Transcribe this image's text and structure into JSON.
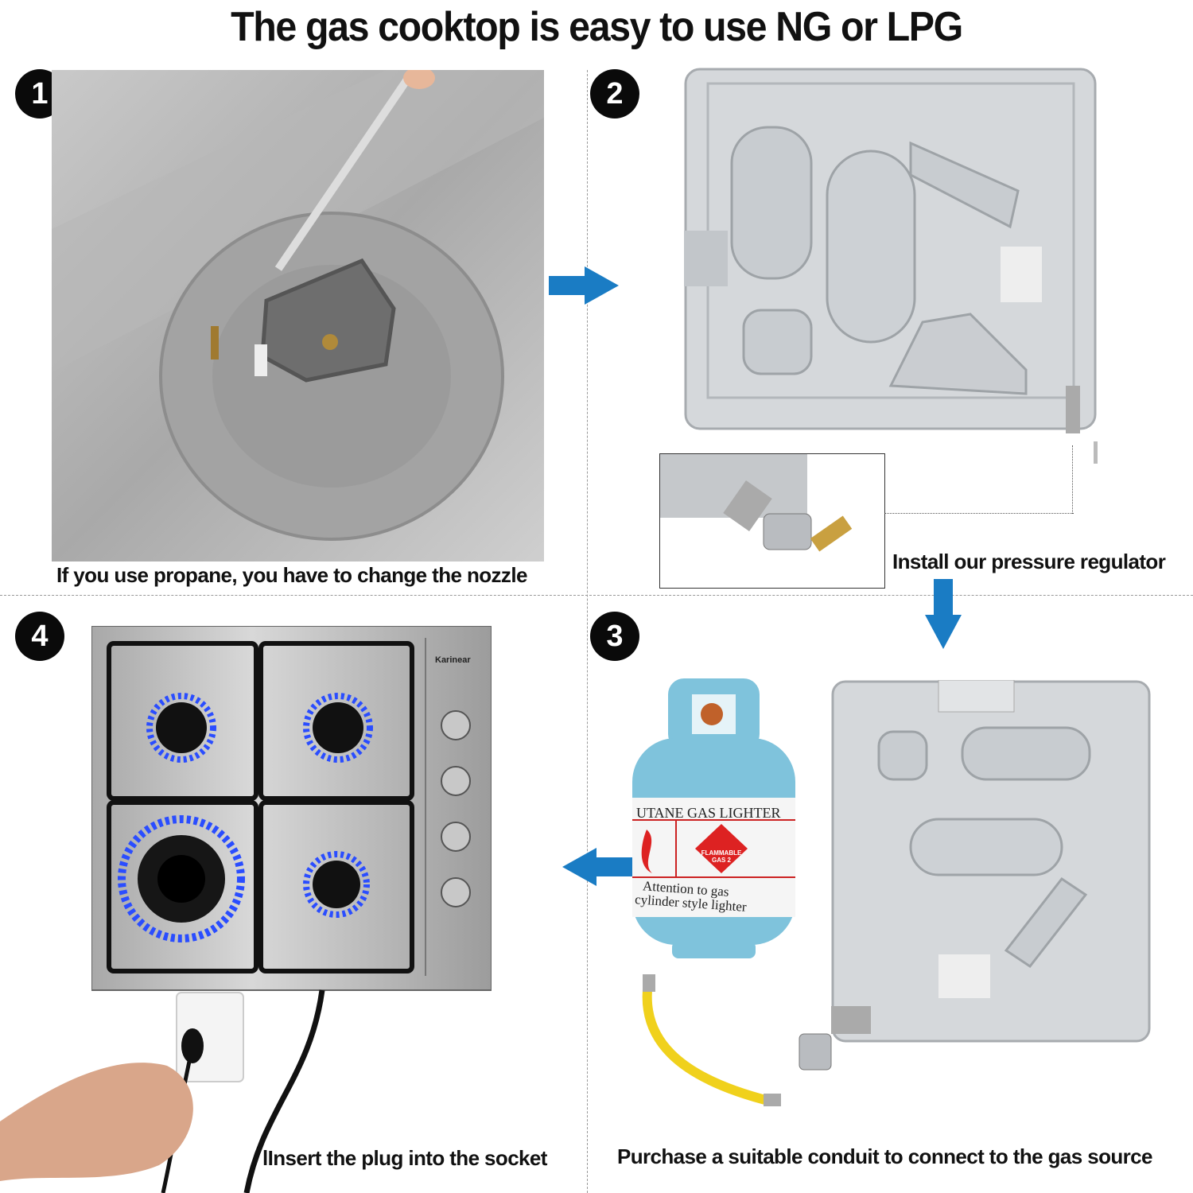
{
  "title": "The gas cooktop is easy to use NG or LPG",
  "steps": [
    {
      "number": "1",
      "caption": "If you use propane, you have to change the nozzle"
    },
    {
      "number": "2",
      "caption": "Install our pressure regulator"
    },
    {
      "number": "3",
      "caption": "Purchase a suitable conduit to connect to the gas source"
    },
    {
      "number": "4",
      "caption": "lInsert the plug into the socket"
    }
  ],
  "cooktop_brand": "Karinear",
  "cylinder_label": {
    "top": "UTANE GAS LIGHTER",
    "diamond": "FLAMMABLE GAS 2",
    "bottom_line1": "Attention to gas",
    "bottom_line2": "cylinder style lighter"
  },
  "colors": {
    "arrow": "#1a7cc4",
    "number_bg": "#0a0a0a",
    "flame": "#2a4dff",
    "cylinder": "#7fc3dc"
  }
}
